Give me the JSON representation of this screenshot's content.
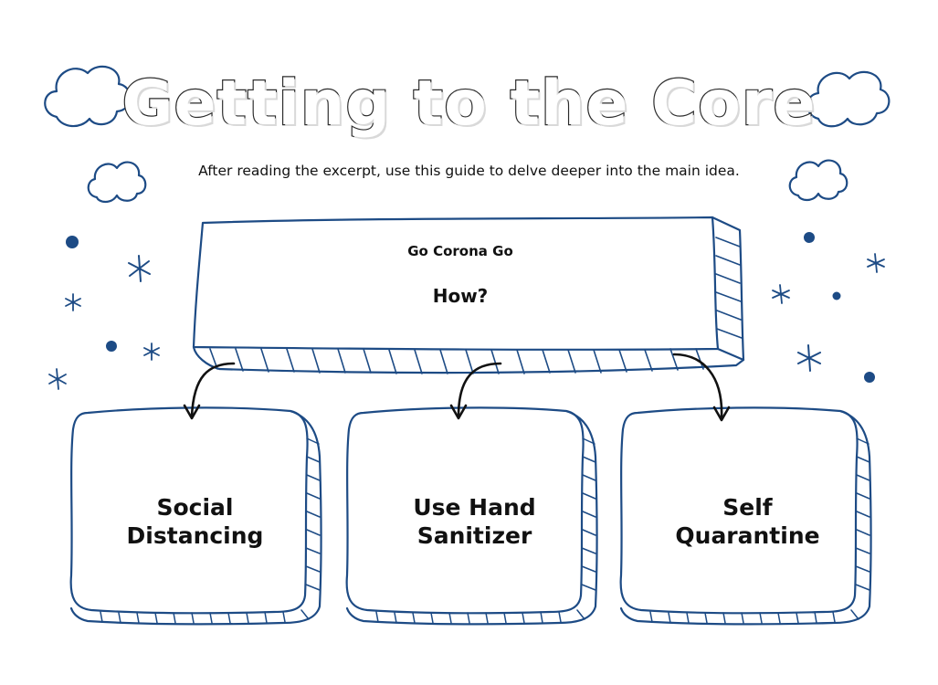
{
  "header": {
    "title": "Getting to the Core",
    "subtitle": "After reading the excerpt, use this guide to delve deeper into the main idea."
  },
  "main_idea": {
    "topic": "Go Corona Go",
    "question": "How?"
  },
  "details": [
    {
      "line1": "Social",
      "line2": "Distancing"
    },
    {
      "line1": "Use Hand",
      "line2": "Sanitizer"
    },
    {
      "line1": "Self",
      "line2": "Quarantine"
    }
  ],
  "colors": {
    "outline": "#1d4b85",
    "text": "#111111",
    "arrow": "#111111",
    "background": "#ffffff"
  },
  "decorations": {
    "clouds": [
      "cloud-icon",
      "cloud-icon",
      "cloud-icon",
      "cloud-icon"
    ],
    "stars": "star-icon",
    "dots": "dot-icon"
  }
}
